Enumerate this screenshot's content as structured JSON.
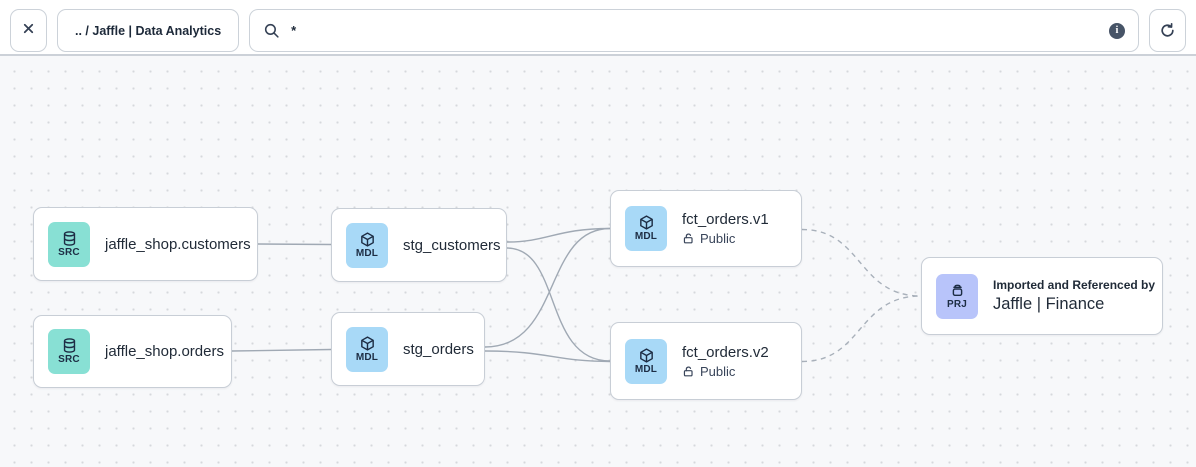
{
  "topbar": {
    "breadcrumb": ".. / Jaffle | Data Analytics",
    "search_value": "*",
    "icons": {
      "close": "close-x",
      "search": "magnifier",
      "info": "info-circle",
      "refresh": "refresh-clockwise-arrow"
    }
  },
  "canvas": {
    "nodes": [
      {
        "id": "jaffle_shop.customers",
        "type": "source",
        "badge": "SRC",
        "title": "jaffle_shop.customers"
      },
      {
        "id": "jaffle_shop.orders",
        "type": "source",
        "badge": "SRC",
        "title": "jaffle_shop.orders"
      },
      {
        "id": "stg_customers",
        "type": "model",
        "badge": "MDL",
        "title": "stg_customers"
      },
      {
        "id": "stg_orders",
        "type": "model",
        "badge": "MDL",
        "title": "stg_orders"
      },
      {
        "id": "fct_orders.v1",
        "type": "model",
        "badge": "MDL",
        "title": "fct_orders.v1",
        "access": "Public"
      },
      {
        "id": "fct_orders.v2",
        "type": "model",
        "badge": "MDL",
        "title": "fct_orders.v2",
        "access": "Public"
      },
      {
        "id": "jaffle_finance",
        "type": "project",
        "badge": "PRJ",
        "subtitle": "Imported and Referenced by",
        "title": "Jaffle | Finance"
      }
    ],
    "edges": [
      {
        "from": "jaffle_shop.customers",
        "to": "stg_customers",
        "style": "solid"
      },
      {
        "from": "jaffle_shop.orders",
        "to": "stg_orders",
        "style": "solid"
      },
      {
        "from": "stg_customers",
        "to": "fct_orders.v1",
        "style": "solid"
      },
      {
        "from": "stg_customers",
        "to": "fct_orders.v2",
        "style": "solid"
      },
      {
        "from": "stg_orders",
        "to": "fct_orders.v1",
        "style": "solid"
      },
      {
        "from": "stg_orders",
        "to": "fct_orders.v2",
        "style": "solid"
      },
      {
        "from": "fct_orders.v1",
        "to": "jaffle_finance",
        "style": "dashed"
      },
      {
        "from": "fct_orders.v2",
        "to": "jaffle_finance",
        "style": "dashed"
      }
    ]
  },
  "colors": {
    "source_badge": "#88e0d4",
    "model_badge": "#a8d9f7",
    "project_badge": "#b8c4fa",
    "badge_text": "#1d2d44",
    "edge": "#a0a9b4",
    "node_border": "#c8ced6",
    "canvas_bg": "#f7f8fa",
    "topbar_border": "#ccd1d8",
    "text": "#1f2a37",
    "info_dot": "#475467"
  }
}
